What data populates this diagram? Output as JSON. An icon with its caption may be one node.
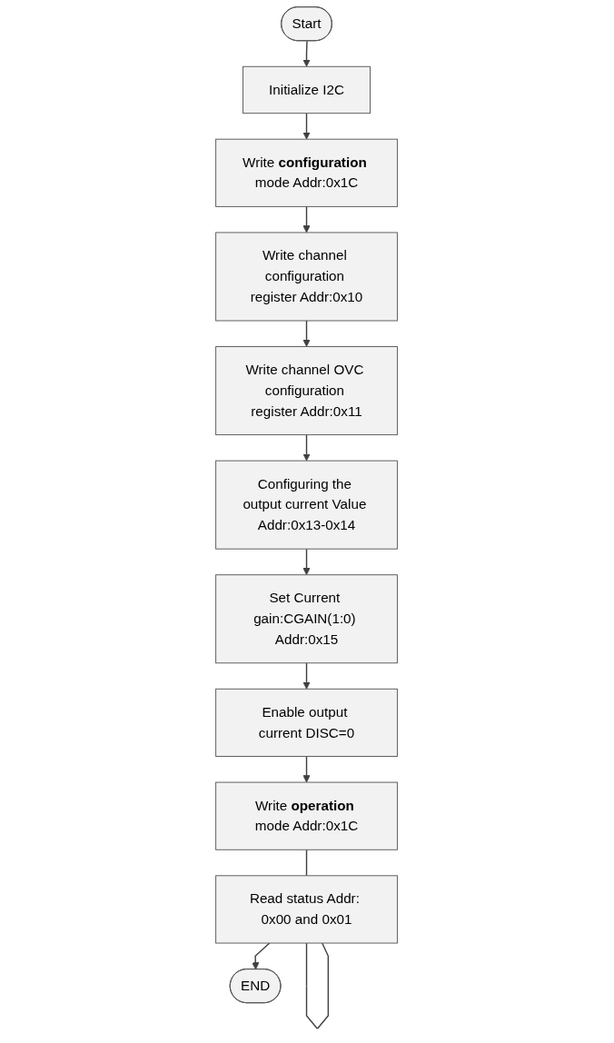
{
  "diagram": {
    "nodes": [
      {
        "text": [
          "Start"
        ]
      },
      {
        "text": [
          "Initialize I2C"
        ]
      },
      {
        "text": [
          "Write **configuration** mode Addr:0x1C"
        ]
      },
      {
        "text": [
          "Write channel configuration register Addr:0x10"
        ]
      },
      {
        "text": [
          "Write channel OVC configuration register Addr:0x11"
        ]
      },
      {
        "text": [
          "Configuring the output current Value Addr:0x13-0x14"
        ]
      },
      {
        "text": [
          "Set Current gain:CGAIN(1:0) Addr:0x15"
        ]
      },
      {
        "text": [
          "Enable output current DISC=0"
        ]
      },
      {
        "text": [
          "Write **operation** mode Addr:0x1C"
        ]
      },
      {
        "text": [
          "Read status Addr: 0x00 and 0x01"
        ]
      },
      {
        "text": [
          "END"
        ]
      }
    ],
    "edges": [
      {
        "from": 0,
        "to": 1,
        "arrow": "to"
      },
      {
        "from": 1,
        "to": 2,
        "arrow": "to"
      },
      {
        "from": 2,
        "to": 3,
        "arrow": "to"
      },
      {
        "from": 3,
        "to": 4,
        "arrow": "to"
      },
      {
        "from": 4,
        "to": 5,
        "arrow": "to"
      },
      {
        "from": 5,
        "to": 6,
        "arrow": "to"
      },
      {
        "from": 6,
        "to": 7,
        "arrow": "to"
      },
      {
        "from": 7,
        "to": 8,
        "arrow": "to"
      },
      {
        "from": 8,
        "to": 9,
        "arrow": "none"
      },
      {
        "from": 9,
        "to": 9,
        "arrow": "none"
      },
      {
        "from": 9,
        "to": 10,
        "arrow": "to"
      }
    ]
  }
}
